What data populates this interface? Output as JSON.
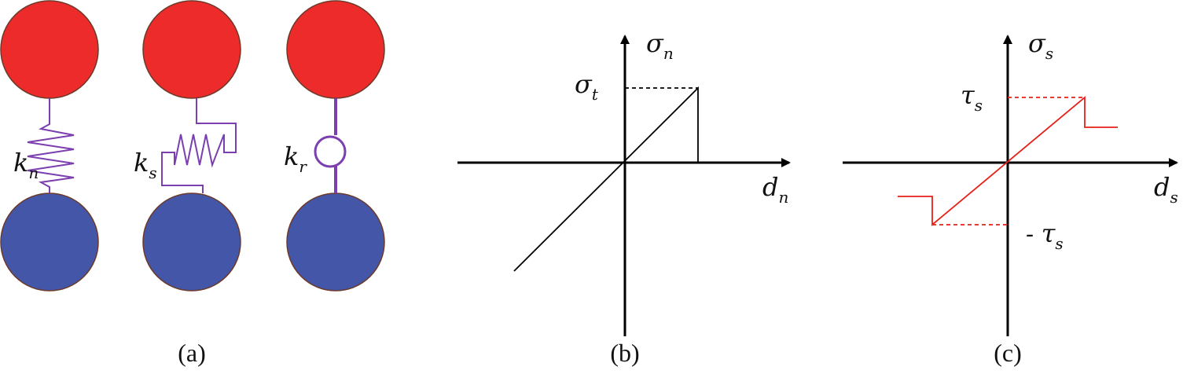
{
  "colors": {
    "particle_top": "#ED2B2B",
    "particle_bottom": "#4456A8",
    "particle_outline": "#6B3A2A",
    "spring": "#7B3FB0",
    "axis": "#000000",
    "curve_b": "#000000",
    "curve_c": "#E8201A"
  },
  "panel_a": {
    "caption": "(a)",
    "springs": [
      {
        "symbol": "k",
        "subscript": "n",
        "kind": "normal-spring"
      },
      {
        "symbol": "k",
        "subscript": "s",
        "kind": "shear-spring"
      },
      {
        "symbol": "k",
        "subscript": "r",
        "kind": "rolling-spring"
      }
    ]
  },
  "panel_b": {
    "caption": "(b)",
    "y_axis": {
      "symbol": "σ",
      "subscript": "n"
    },
    "x_axis": {
      "symbol": "d",
      "subscript": "n"
    },
    "peak_label": {
      "symbol": "σ",
      "subscript": "t"
    }
  },
  "panel_c": {
    "caption": "(c)",
    "y_axis": {
      "symbol": "σ",
      "subscript": "s"
    },
    "x_axis": {
      "symbol": "d",
      "subscript": "s"
    },
    "pos_label": {
      "symbol": "τ",
      "subscript": "s"
    },
    "neg_label": {
      "prefix": "- ",
      "symbol": "τ",
      "subscript": "s"
    }
  }
}
